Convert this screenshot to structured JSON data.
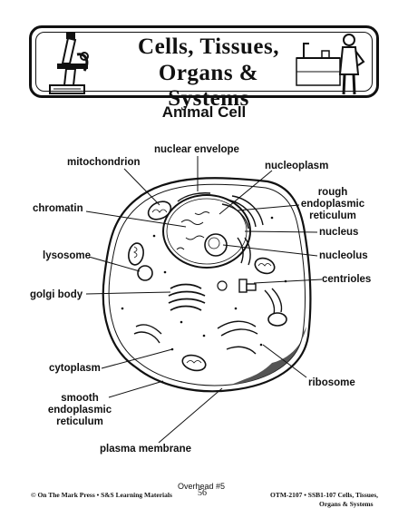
{
  "banner": {
    "title_line1": "Cells, Tissues,",
    "title_line2": "Organs & Systems"
  },
  "heading": "Animal Cell",
  "labels": {
    "nuclear_envelope": "nuclear envelope",
    "mitochondrion": "mitochondrion",
    "nucleoplasm": "nucleoplasm",
    "rough_er_1": "rough",
    "rough_er_2": "endoplasmic",
    "rough_er_3": "reticulum",
    "chromatin": "chromatin",
    "nucleus": "nucleus",
    "lysosome": "lysosome",
    "nucleolus": "nucleolus",
    "centrioles": "centrioles",
    "golgi_body": "golgi body",
    "cytoplasm": "cytoplasm",
    "ribosome": "ribosome",
    "smooth_er_1": "smooth",
    "smooth_er_2": "endoplasmic",
    "smooth_er_3": "reticulum",
    "plasma_membrane": "plasma membrane"
  },
  "footer": {
    "overhead": "Overhead #5",
    "publisher": "© On The Mark Press • S&S Learning Materials",
    "page": "56",
    "code_1": "OTM-2107 • SSB1-107 Cells, Tissues,",
    "code_2": "Organs & Systems"
  }
}
